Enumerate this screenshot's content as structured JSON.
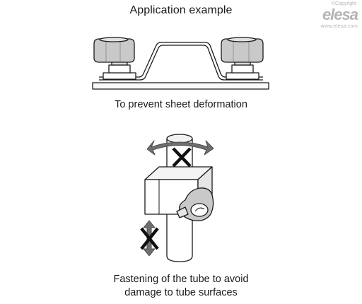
{
  "title": "Application example",
  "logo": {
    "copyright": "©Copyright",
    "brand": "elesa",
    "url": "www.elesa.com"
  },
  "captions": {
    "top": "To prevent sheet deformation",
    "bottom_line1": "Fastening of the tube to avoid",
    "bottom_line2": "damage to tube surfaces"
  },
  "colors": {
    "knob": "#c9c9c9",
    "line": "#1a1a1a",
    "arrow": "#6f6f6f",
    "cross": "#111111"
  }
}
